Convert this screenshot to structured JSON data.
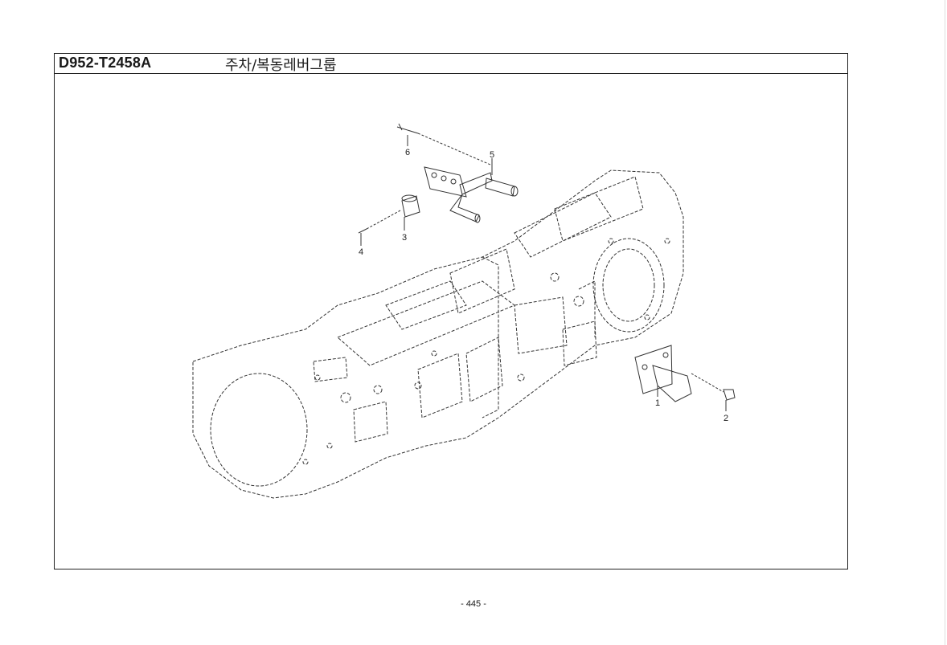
{
  "header": {
    "code": "D952-T2458A",
    "title": "주차/복동레버그룹"
  },
  "callouts": [
    "1",
    "2",
    "3",
    "4",
    "5",
    "6"
  ],
  "footer": {
    "page": "- 445 -"
  }
}
